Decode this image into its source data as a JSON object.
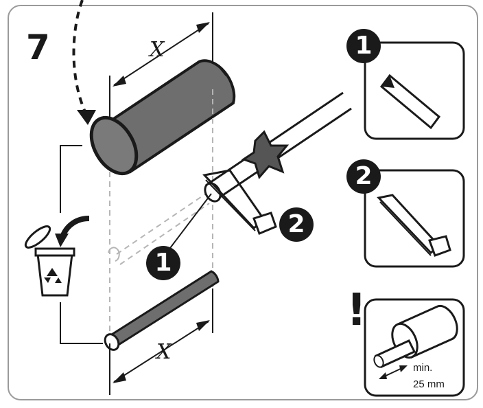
{
  "step": {
    "number": "7"
  },
  "dimension": {
    "top_label": "X",
    "bottom_label": "X"
  },
  "callouts": {
    "pencil_badge": "1",
    "saw_badge": "2"
  },
  "panels": {
    "panel1_badge": "1",
    "panel2_badge": "2",
    "warning_mark": "!",
    "min_label": "min.",
    "min_value": "25 mm"
  },
  "colors": {
    "ink": "#1a1a1a",
    "tube_fill": "#6e6e6e",
    "frame": "#9a9a9a",
    "dashed": "#b5b5b5"
  }
}
